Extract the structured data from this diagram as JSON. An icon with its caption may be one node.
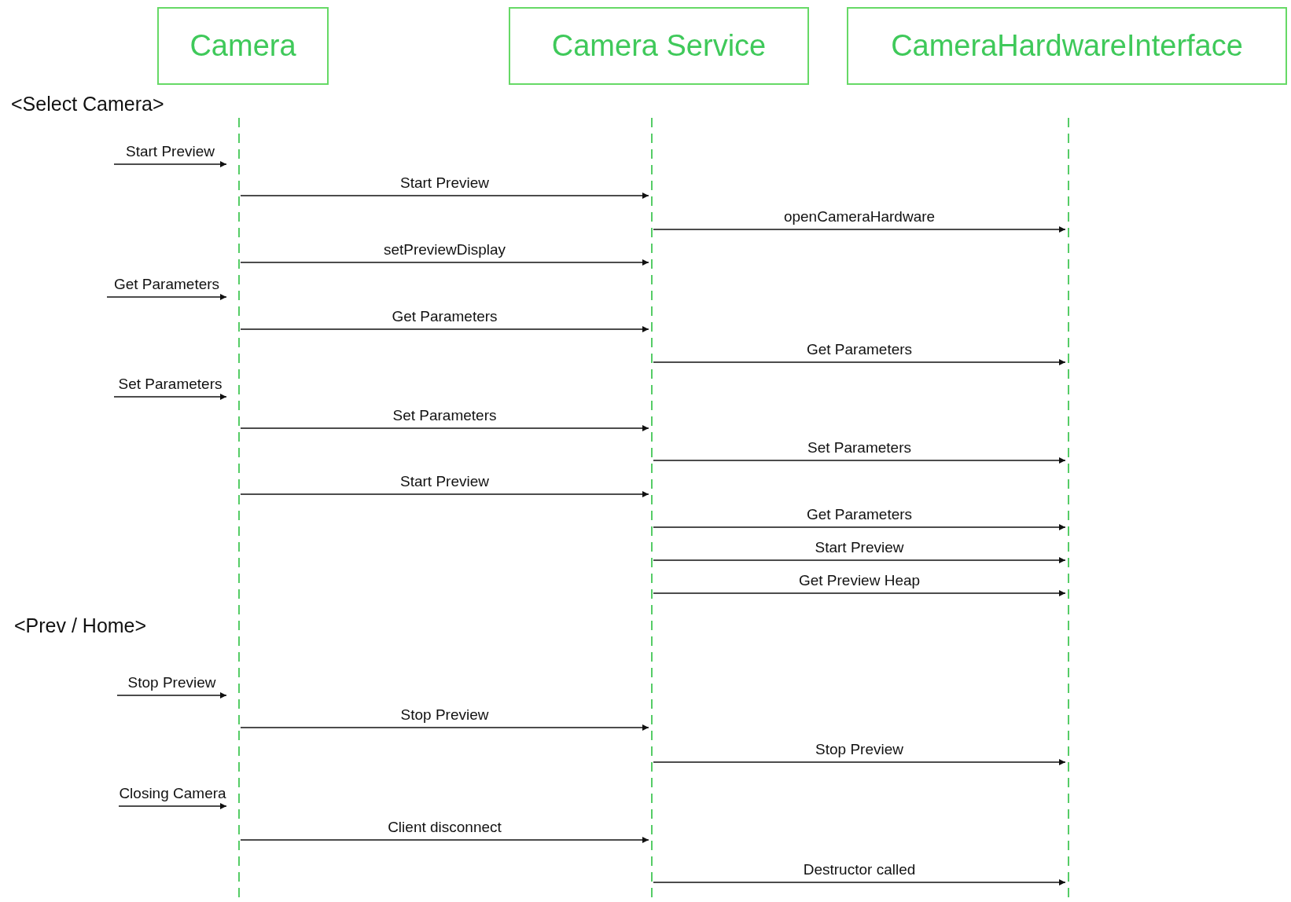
{
  "diagram": {
    "nodes": [
      {
        "text": [
          "Camera"
        ]
      },
      {
        "text": [
          "Camera Service"
        ]
      },
      {
        "text": [
          "CameraHardwareInterface"
        ]
      }
    ],
    "edges": [
      {
        "from": null,
        "to": 0,
        "arrow": "to",
        "label": "Start Preview"
      },
      {
        "from": 0,
        "to": 1,
        "arrow": "to",
        "label": "Start Preview"
      },
      {
        "from": 1,
        "to": 2,
        "arrow": "to",
        "label": "openCameraHardware"
      },
      {
        "from": 0,
        "to": 1,
        "arrow": "to",
        "label": "setPreviewDisplay"
      },
      {
        "from": null,
        "to": 0,
        "arrow": "to",
        "label": "Get Parameters"
      },
      {
        "from": 0,
        "to": 1,
        "arrow": "to",
        "label": "Get Parameters"
      },
      {
        "from": 1,
        "to": 2,
        "arrow": "to",
        "label": "Get Parameters"
      },
      {
        "from": null,
        "to": 0,
        "arrow": "to",
        "label": "Set Parameters"
      },
      {
        "from": 0,
        "to": 1,
        "arrow": "to",
        "label": "Set Parameters"
      },
      {
        "from": 1,
        "to": 2,
        "arrow": "to",
        "label": "Set Parameters"
      },
      {
        "from": 0,
        "to": 1,
        "arrow": "to",
        "label": "Start Preview"
      },
      {
        "from": 1,
        "to": 2,
        "arrow": "to",
        "label": "Get Parameters"
      },
      {
        "from": 1,
        "to": 2,
        "arrow": "to",
        "label": "Start Preview"
      },
      {
        "from": 1,
        "to": 2,
        "arrow": "to",
        "label": "Get Preview Heap"
      },
      {
        "from": null,
        "to": 0,
        "arrow": "to",
        "label": "Stop Preview"
      },
      {
        "from": 0,
        "to": 1,
        "arrow": "to",
        "label": "Stop Preview"
      },
      {
        "from": 1,
        "to": 2,
        "arrow": "to",
        "label": "Stop Preview"
      },
      {
        "from": null,
        "to": 0,
        "arrow": "to",
        "label": "Closing Camera"
      },
      {
        "from": 0,
        "to": 1,
        "arrow": "to",
        "label": "Client disconnect"
      },
      {
        "from": 1,
        "to": 2,
        "arrow": "to",
        "label": "Destructor called"
      }
    ],
    "labels": [
      "<Select Camera>",
      "<Prev / Home>"
    ]
  }
}
